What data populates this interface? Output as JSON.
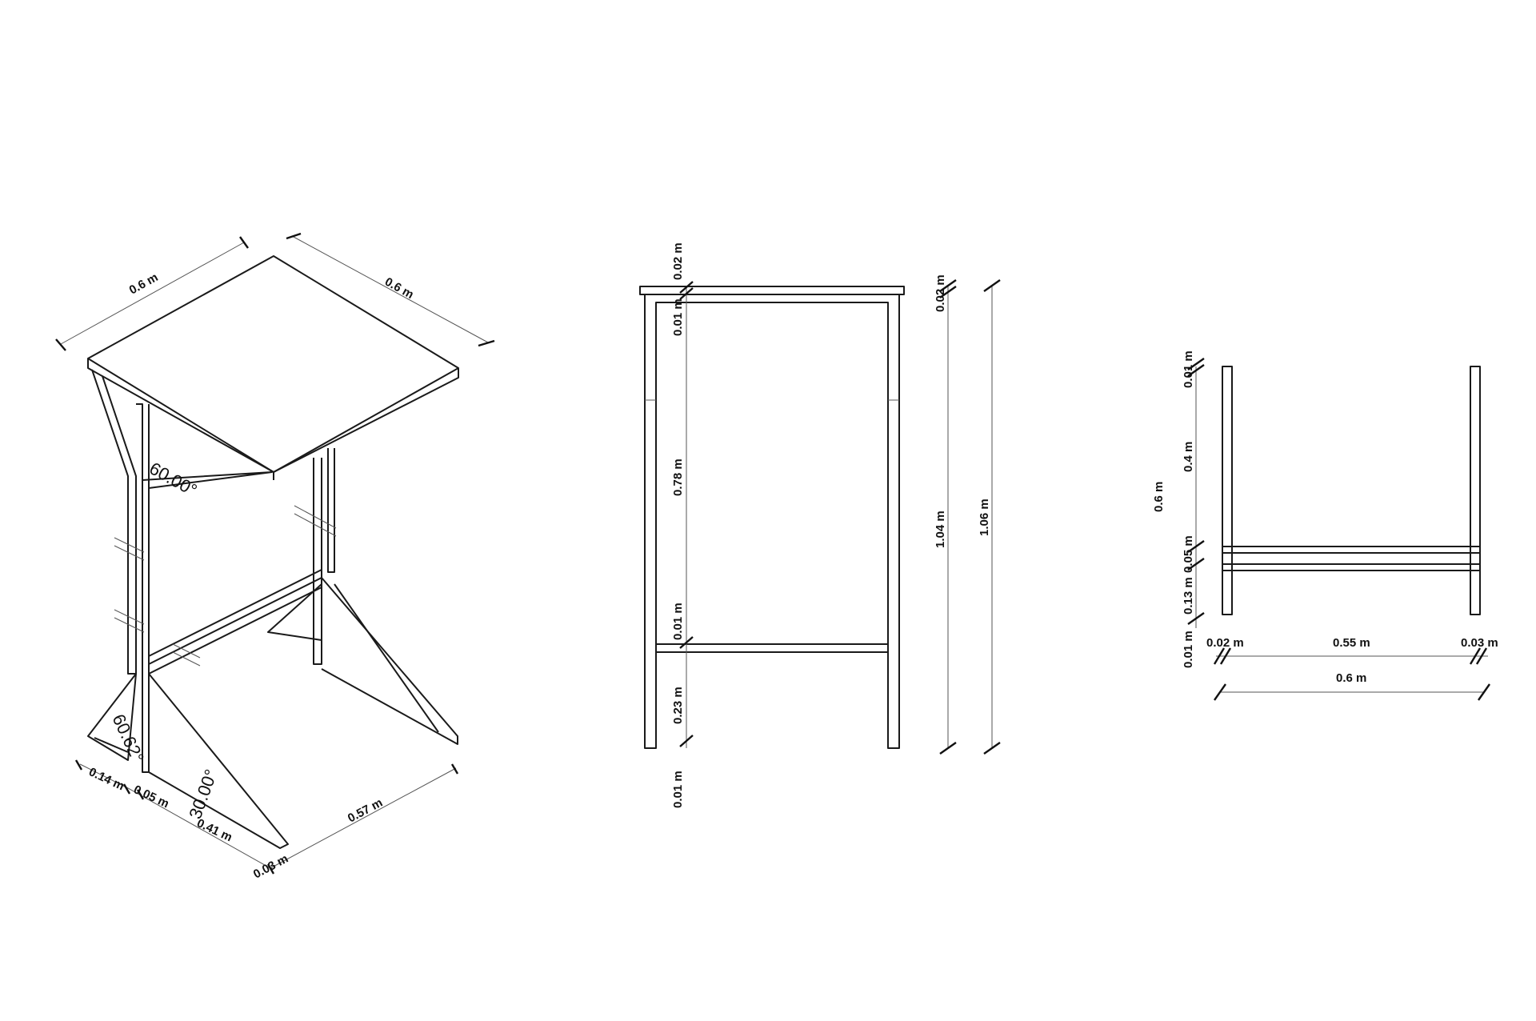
{
  "views": {
    "iso": {
      "labels": {
        "top_w": "0.6 m",
        "top_d": "0.6 m",
        "ang_a": "60.00°",
        "ang_b": "60.62°",
        "ang_c": "30.00°",
        "d1": "0.14 m",
        "d2": "0.05 m",
        "d3": "0.41 m",
        "d4": "0.57 m",
        "d5": "0.03 m"
      }
    },
    "front": {
      "labels": {
        "a": "0.02 m",
        "b": "0.01 m",
        "c": "0.78 m",
        "d": "0.01 m",
        "e": "0.23 m",
        "f": "0.01 m",
        "g": "0.02 m",
        "h": "1.04 m",
        "i": "1.06 m"
      }
    },
    "side": {
      "labels": {
        "a": "0.01 m",
        "b": "0.4 m",
        "c": "0.6 m",
        "d": "0.05 m",
        "e": "0.13 m",
        "f": "0.01 m",
        "g": "0.02 m",
        "h": "0.55 m",
        "i": "0.03 m",
        "j": "0.6 m"
      }
    }
  }
}
